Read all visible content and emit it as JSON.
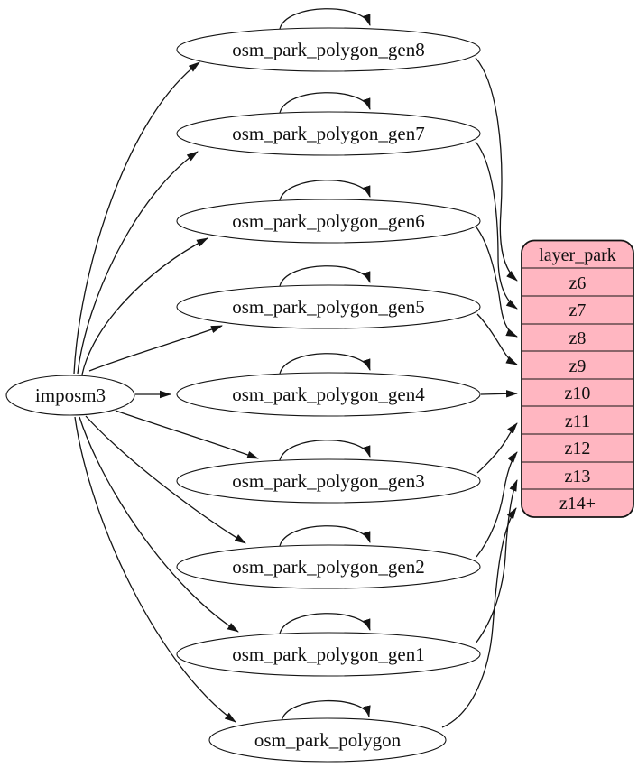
{
  "diagram": {
    "type": "graphviz-dependency-graph",
    "source": {
      "label": "imposm3"
    },
    "tables": [
      {
        "label": "osm_park_polygon_gen8"
      },
      {
        "label": "osm_park_polygon_gen7"
      },
      {
        "label": "osm_park_polygon_gen6"
      },
      {
        "label": "osm_park_polygon_gen5"
      },
      {
        "label": "osm_park_polygon_gen4"
      },
      {
        "label": "osm_park_polygon_gen3"
      },
      {
        "label": "osm_park_polygon_gen2"
      },
      {
        "label": "osm_park_polygon_gen1"
      },
      {
        "label": "osm_park_polygon"
      }
    ],
    "layer": {
      "title": "layer_park",
      "rows": [
        "z6",
        "z7",
        "z8",
        "z9",
        "z10",
        "z11",
        "z12",
        "z13",
        "z14+"
      ]
    },
    "edges": [
      {
        "from": "imposm3",
        "to": "osm_park_polygon_gen8"
      },
      {
        "from": "imposm3",
        "to": "osm_park_polygon_gen7"
      },
      {
        "from": "imposm3",
        "to": "osm_park_polygon_gen6"
      },
      {
        "from": "imposm3",
        "to": "osm_park_polygon_gen5"
      },
      {
        "from": "imposm3",
        "to": "osm_park_polygon_gen4"
      },
      {
        "from": "imposm3",
        "to": "osm_park_polygon_gen3"
      },
      {
        "from": "imposm3",
        "to": "osm_park_polygon_gen2"
      },
      {
        "from": "imposm3",
        "to": "osm_park_polygon_gen1"
      },
      {
        "from": "imposm3",
        "to": "osm_park_polygon"
      },
      {
        "from": "osm_park_polygon_gen8",
        "to": "osm_park_polygon_gen8"
      },
      {
        "from": "osm_park_polygon_gen7",
        "to": "osm_park_polygon_gen7"
      },
      {
        "from": "osm_park_polygon_gen6",
        "to": "osm_park_polygon_gen6"
      },
      {
        "from": "osm_park_polygon_gen5",
        "to": "osm_park_polygon_gen5"
      },
      {
        "from": "osm_park_polygon_gen4",
        "to": "osm_park_polygon_gen4"
      },
      {
        "from": "osm_park_polygon_gen3",
        "to": "osm_park_polygon_gen3"
      },
      {
        "from": "osm_park_polygon_gen2",
        "to": "osm_park_polygon_gen2"
      },
      {
        "from": "osm_park_polygon_gen1",
        "to": "osm_park_polygon_gen1"
      },
      {
        "from": "osm_park_polygon",
        "to": "osm_park_polygon"
      },
      {
        "from": "osm_park_polygon_gen8",
        "to": "layer_park.z6"
      },
      {
        "from": "osm_park_polygon_gen7",
        "to": "layer_park.z7"
      },
      {
        "from": "osm_park_polygon_gen6",
        "to": "layer_park.z8"
      },
      {
        "from": "osm_park_polygon_gen5",
        "to": "layer_park.z9"
      },
      {
        "from": "osm_park_polygon_gen4",
        "to": "layer_park.z10"
      },
      {
        "from": "osm_park_polygon_gen3",
        "to": "layer_park.z11"
      },
      {
        "from": "osm_park_polygon_gen2",
        "to": "layer_park.z12"
      },
      {
        "from": "osm_park_polygon_gen1",
        "to": "layer_park.z13"
      },
      {
        "from": "osm_park_polygon",
        "to": "layer_park.z14+"
      }
    ],
    "colors": {
      "layer_fill": "#FFB6C1",
      "stroke": "#141414",
      "background": "#FFFFFF"
    }
  }
}
